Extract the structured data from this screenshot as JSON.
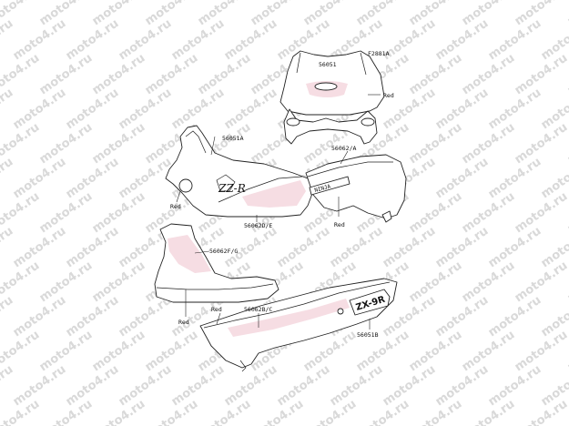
{
  "watermark": "moto4.ru",
  "figure_code": "F2881A",
  "labels": {
    "p56051": "56051",
    "p56051A": "56051A",
    "p56062A": "56062/A",
    "p56062DE": "56062D/E",
    "p56062FG": "56062F/G",
    "p56062BC": "56062B/C",
    "p56051B": "56051B"
  },
  "color_note": "Red",
  "decals": {
    "fairing_logo": "ZZ-R",
    "tank_badge": "NINJA",
    "tail_badge": "ZX-9R"
  },
  "colors": {
    "line": "#222222",
    "accent_fill": "#f6dde3",
    "watermark": "#d9d9d9"
  }
}
